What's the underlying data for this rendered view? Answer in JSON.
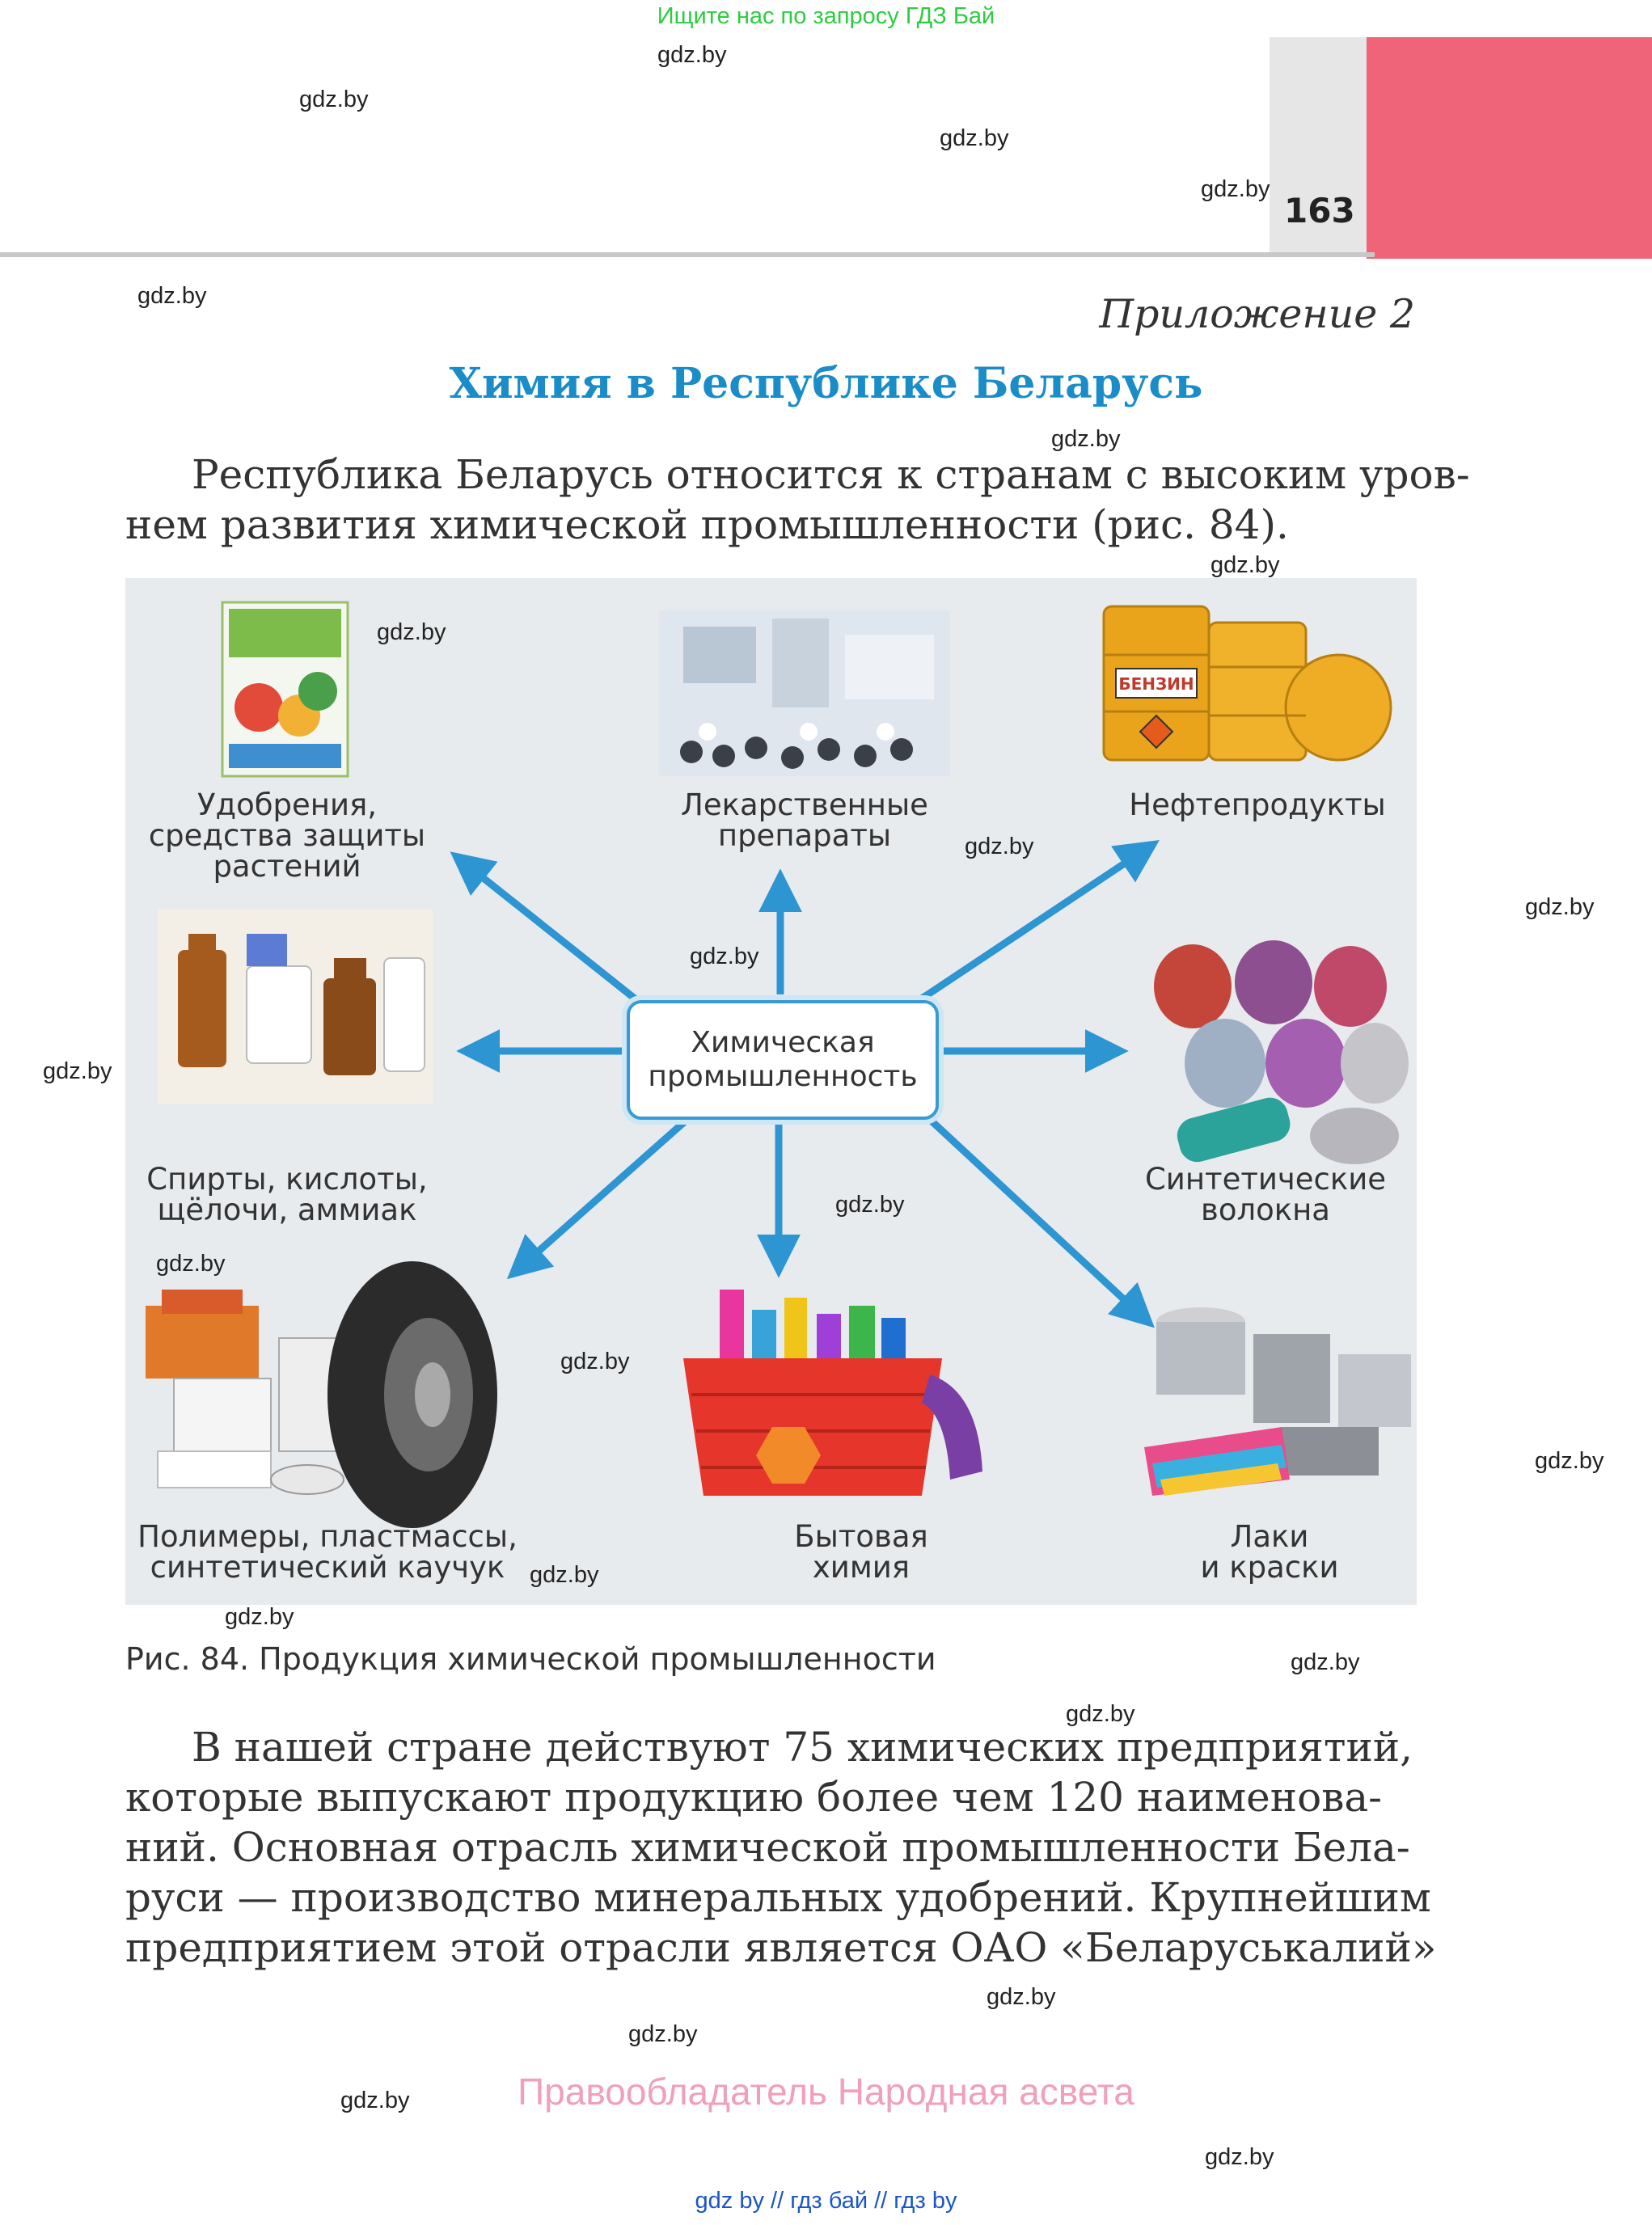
{
  "top_note": "Ищите нас по запросу ГДЗ Бай",
  "page_number": "163",
  "appendix_label": "Приложение 2",
  "title": "Химия в Республике Беларусь",
  "intro_lines": [
    "Республика Беларусь относится к странам с высоким уров-",
    "нем развития химической промышленности (рис. 84)."
  ],
  "figure": {
    "center": [
      "Химическая",
      "промышленность"
    ],
    "categories": [
      {
        "id": "fertilizers",
        "lines": [
          "Удобрения,",
          "средства защиты",
          "растений"
        ],
        "image": "fertilizer-pack-icon"
      },
      {
        "id": "medicines",
        "lines": [
          "Лекарственные",
          "препараты"
        ],
        "image": "medicine-pills-icon"
      },
      {
        "id": "petroleum",
        "lines": [
          "Нефтепродукты"
        ],
        "image": "fuel-barrels-icon",
        "barrel_text": "БЕНЗИН"
      },
      {
        "id": "alcohols",
        "lines": [
          "Спирты, кислоты,",
          "щёлочи, аммиак"
        ],
        "image": "chemical-bottles-icon"
      },
      {
        "id": "fibers",
        "lines": [
          "Синтетические",
          "волокна"
        ],
        "image": "yarn-spools-icon"
      },
      {
        "id": "polymers",
        "lines": [
          "Полимеры, пластмассы,",
          "синтетический каучук"
        ],
        "image": "tire-and-plastics-icon"
      },
      {
        "id": "household",
        "lines": [
          "Бытовая",
          "химия"
        ],
        "image": "cleaning-basket-icon"
      },
      {
        "id": "paints",
        "lines": [
          "Лаки",
          "и краски"
        ],
        "image": "paint-cans-icon"
      }
    ],
    "caption": "Рис. 84. Продукция химической промышленности"
  },
  "body_lines": [
    "В нашей стране действуют 75 химических предприятий,",
    "которые выпускают продукцию более чем 120 наименова-",
    "ний. Основная отрасль химической промышленности Бела-",
    "руси — производство минеральных удобрений. Крупнейшим",
    "предприятием этой отрасли является ОАО «Беларуськалий»"
  ],
  "watermark": "gdz.by",
  "footer_rights": "Правообладатель Народная асвета",
  "footer_links": "gdz by  //  гдз бай  //  гдз by",
  "colors": {
    "title": "#1a8dc8",
    "arrow": "#2e95d3",
    "pink_block": "#ef6479",
    "figure_bg": "#e8ebee",
    "top_note": "#2ecc40",
    "footer_rights": "#f0a0b8",
    "footer_links": "#1a55c8"
  }
}
